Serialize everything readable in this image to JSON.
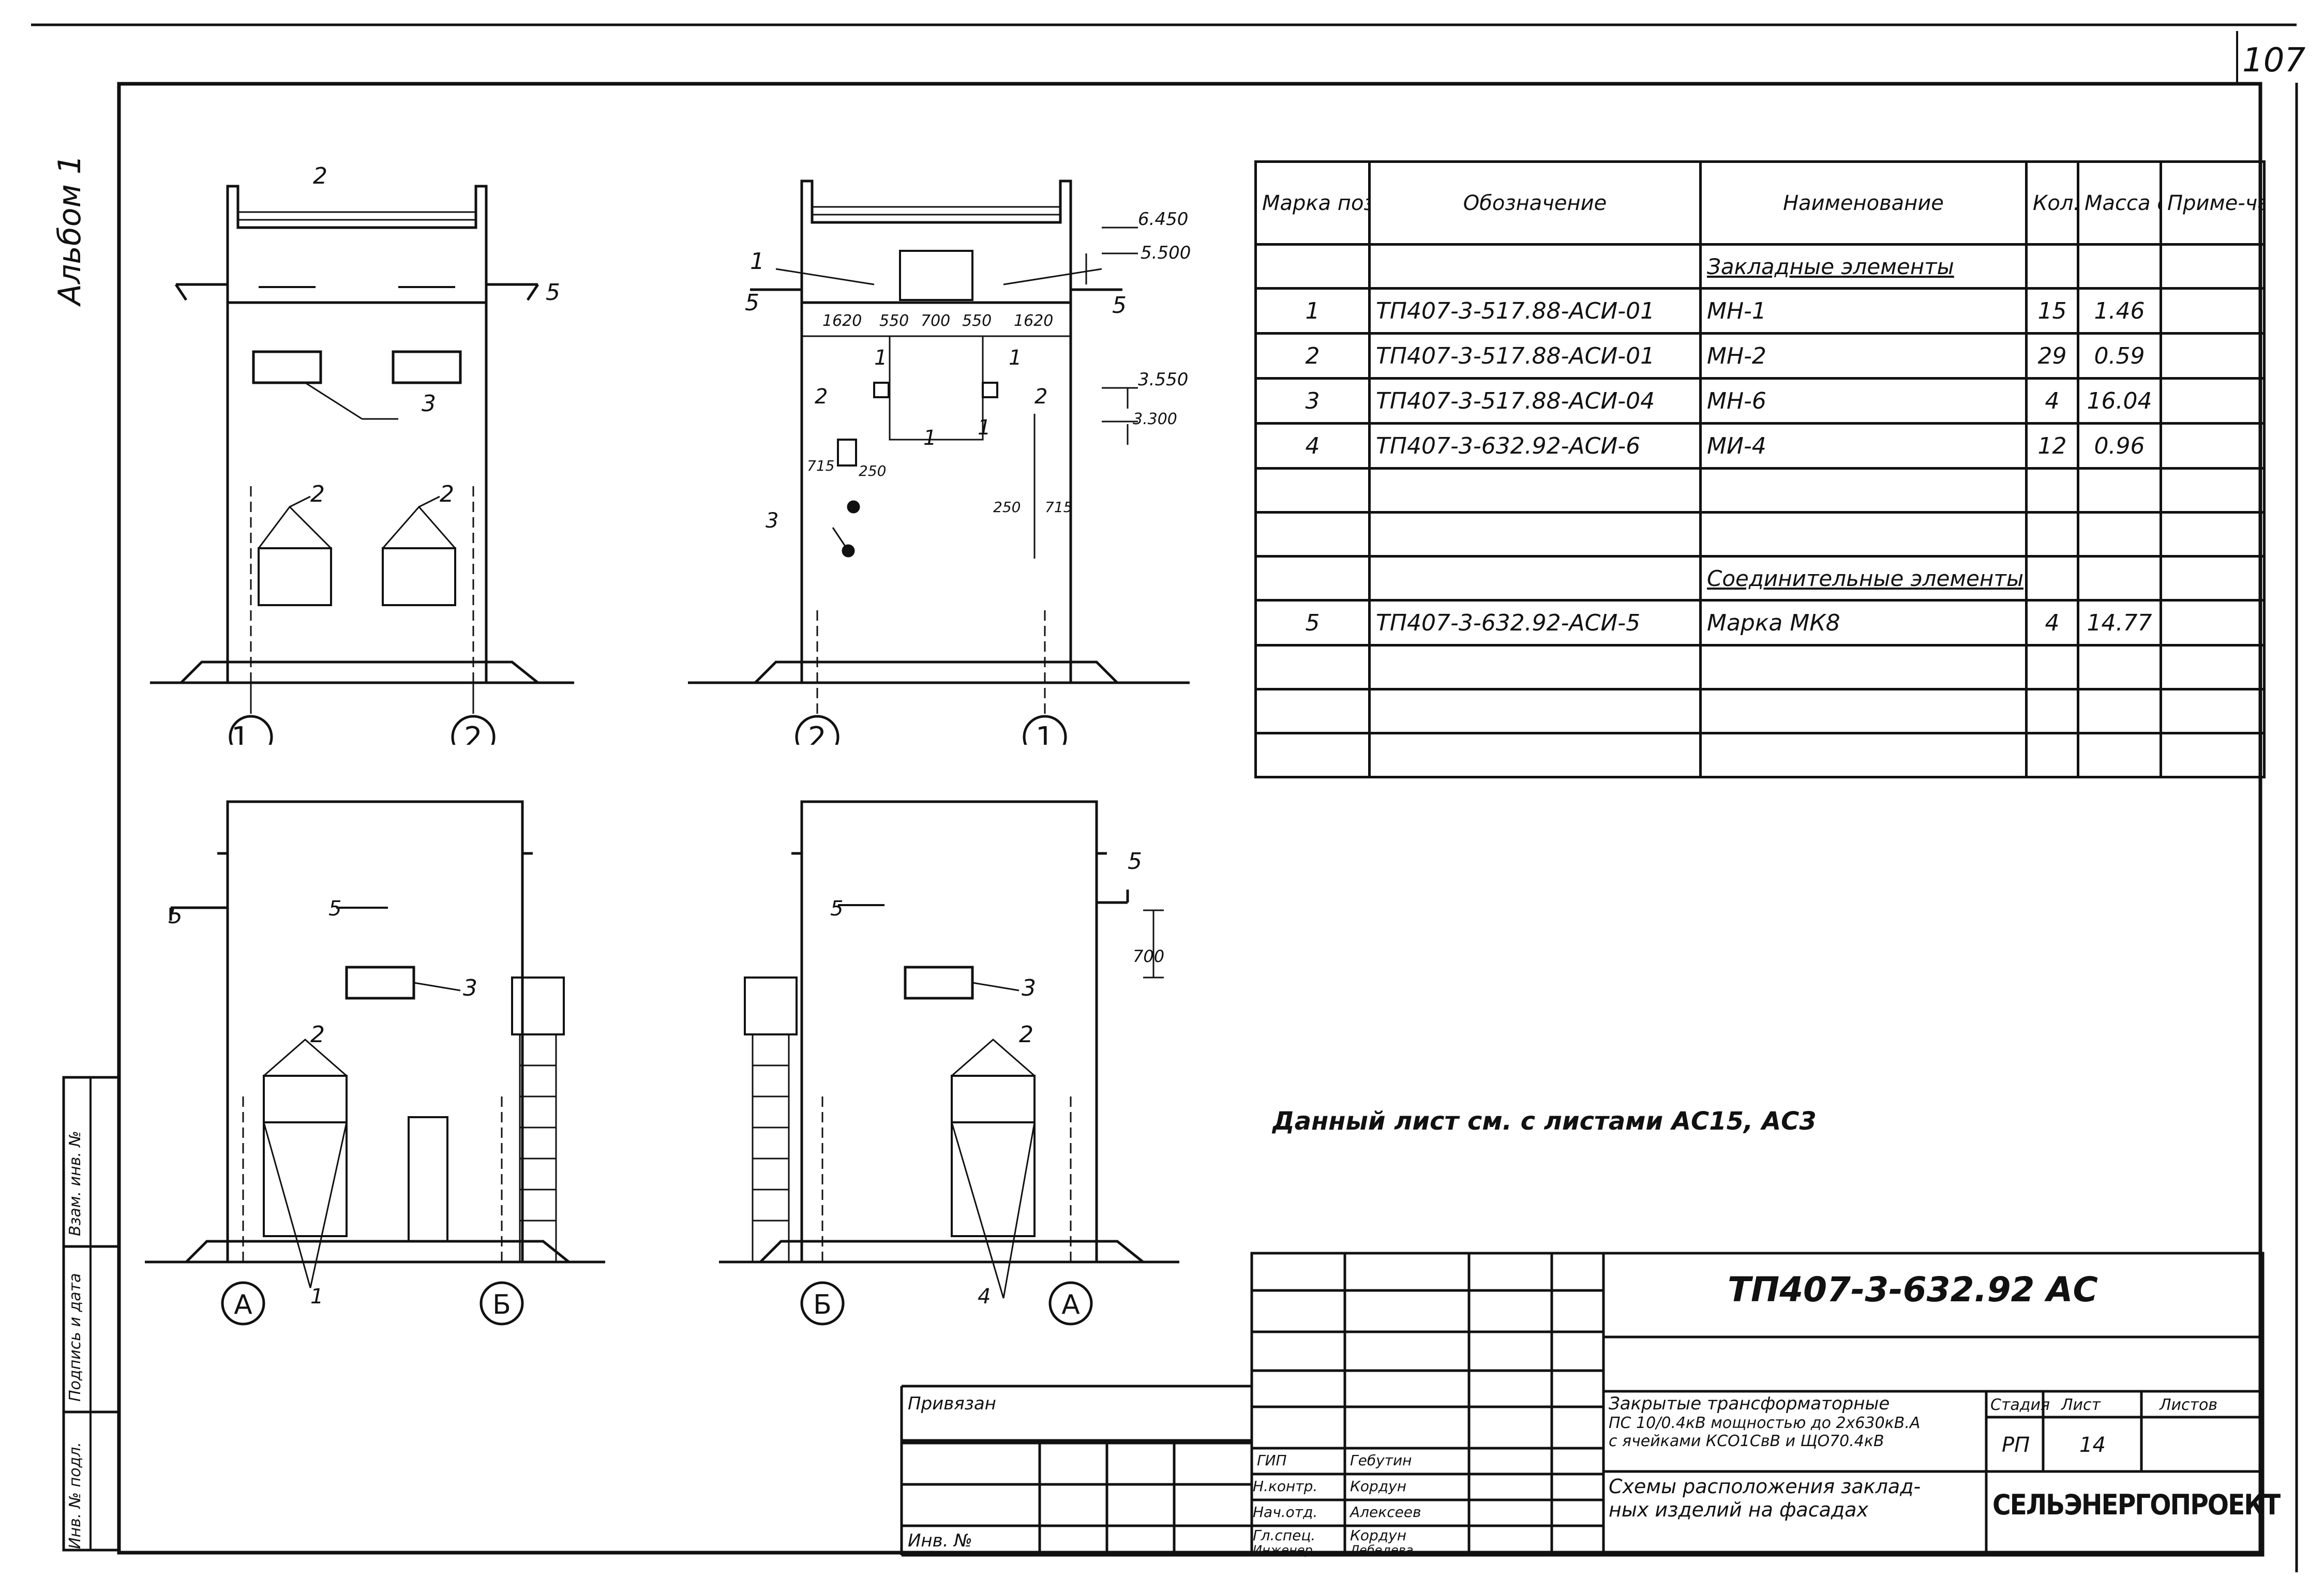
{
  "sheet": {
    "page_number": "107",
    "album_label": "Альбом 1",
    "note": "Данный лист см. с листами АС15, АС3",
    "left_margin_labels": [
      "Инв. № подл.",
      "Подпись и дата",
      "Взам. инв. №"
    ]
  },
  "elevations": {
    "axes": [
      "1",
      "2",
      "2",
      "1",
      "А",
      "Б",
      "Б",
      "А"
    ],
    "labels_1_2": [
      "2",
      "5",
      "3",
      "2",
      "2"
    ],
    "dims_2_1": [
      "6.450",
      "5.500",
      "3.550",
      "3.300",
      "1620",
      "550",
      "700",
      "550",
      "1620",
      "715",
      "250",
      "715",
      "250",
      "1"
    ],
    "labels_2_1": [
      "1",
      "5",
      "5",
      "1",
      "1",
      "2",
      "2",
      "1",
      "3",
      "1"
    ],
    "labels_A_B": [
      "5",
      "5",
      "3",
      "2",
      "1"
    ],
    "labels_B_A": [
      "5",
      "5",
      "3",
      "2",
      "4",
      "700"
    ]
  },
  "spec_table": {
    "headers": [
      "Марка поз.",
      "Обозначение",
      "Наименование",
      "Кол.",
      "Масса ед. кг",
      "Приме-чание"
    ],
    "group1": "Закладные элементы",
    "rows1": [
      {
        "pos": "1",
        "code": "ТП407-3-517.88-АСИ-01",
        "name": "МН-1",
        "qty": "15",
        "mass": "1.46",
        "note": ""
      },
      {
        "pos": "2",
        "code": "ТП407-3-517.88-АСИ-01",
        "name": "МН-2",
        "qty": "29",
        "mass": "0.59",
        "note": ""
      },
      {
        "pos": "3",
        "code": "ТП407-3-517.88-АСИ-04",
        "name": "МН-6",
        "qty": "4",
        "mass": "16.04",
        "note": ""
      },
      {
        "pos": "4",
        "code": "ТП407-3-632.92-АСИ-6",
        "name": "МИ-4",
        "qty": "12",
        "mass": "0.96",
        "note": ""
      }
    ],
    "group2": "Соединительные элементы",
    "rows2": [
      {
        "pos": "5",
        "code": "ТП407-3-632.92-АСИ-5",
        "name": "Марка МК8",
        "qty": "4",
        "mass": "14.77",
        "note": ""
      }
    ]
  },
  "title_block": {
    "doc_code": "ТП407-3-632.92 АС",
    "attached_label": "Привязан",
    "inv_label": "Инв. №",
    "roles": [
      "ГИП",
      "Н.контр.",
      "Нач.отд.",
      "Гл.спец.",
      "Инженер"
    ],
    "names": [
      "Гебутин",
      "Кордун",
      "Алексеев",
      "Кордун",
      "Лебедева"
    ],
    "project_title_1": "Закрытые трансформаторные",
    "project_title_2": "ПС 10/0.4кВ мощностью до 2х630кВ.А",
    "project_title_3": "с ячейками КСО1СвВ и ЩО70.4кВ",
    "sheet_title_1": "Схемы расположения заклад-",
    "sheet_title_2": "ных изделий на фасадах",
    "stage_label": "Стадия",
    "sheet_label": "Лист",
    "sheets_label": "Листов",
    "stage": "РП",
    "sheet": "14",
    "sheets": "",
    "organization": "СЕЛЬЭНЕРГОПРОЕКТ"
  }
}
